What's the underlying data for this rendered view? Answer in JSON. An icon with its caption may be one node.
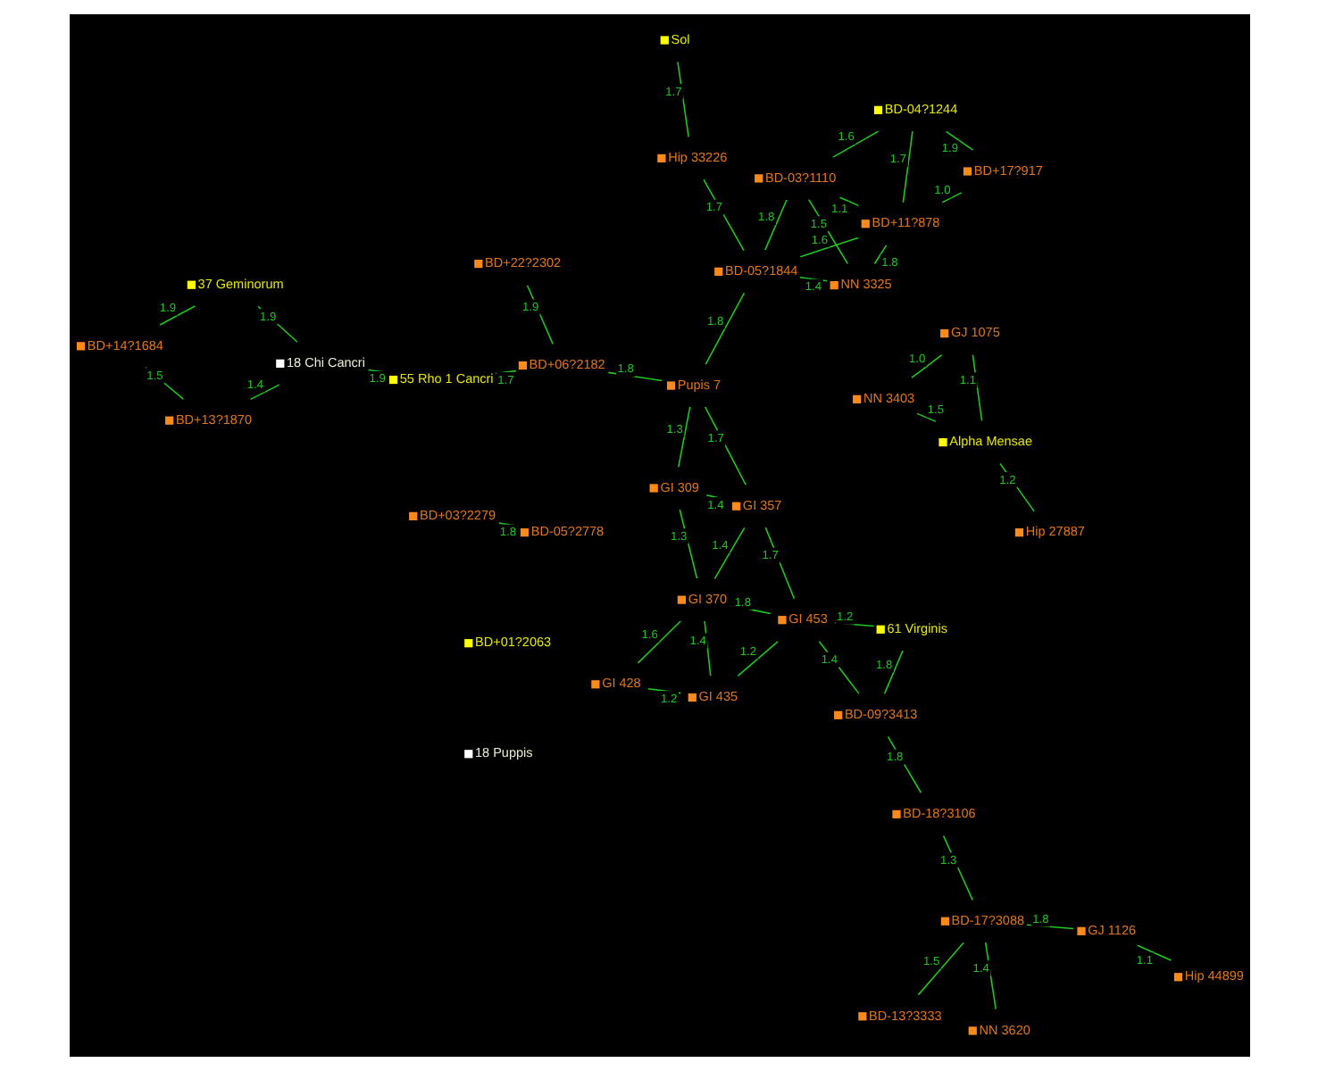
{
  "diagram": {
    "nodes": [
      {
        "text": [
          "BD+03?2279"
        ]
      },
      {
        "text": [
          "BD-05?2778"
        ]
      },
      {
        "text": [
          "BD-13?3333"
        ]
      },
      {
        "text": [
          "BD-18?3106"
        ]
      },
      {
        "text": [
          "NN 3620"
        ]
      },
      {
        "text": [
          "BD-17?3088"
        ]
      },
      {
        "text": [
          "BD-09?3413"
        ]
      },
      {
        "text": [
          "BD+01?2063"
        ]
      },
      {
        "text": [
          "BD+22?2302"
        ]
      },
      {
        "text": [
          "18 Chi Cancri"
        ]
      },
      {
        "text": [
          "BD+13?1870"
        ]
      },
      {
        "text": [
          "BD+06?2182"
        ]
      },
      {
        "text": [
          "GJ 1126"
        ]
      },
      {
        "text": [
          "Hip 44899"
        ]
      },
      {
        "text": [
          "18 Puppis"
        ]
      },
      {
        "text": [
          "55 Rho 1 Cancri"
        ]
      },
      {
        "text": [
          "BD+14?1684"
        ]
      },
      {
        "text": [
          "GI 453"
        ]
      },
      {
        "text": [
          "61 Virginis"
        ]
      },
      {
        "text": [
          "GI 435"
        ]
      },
      {
        "text": [
          "GI 357"
        ]
      },
      {
        "text": [
          "Pupis 7"
        ]
      },
      {
        "text": [
          "37 Geminorum"
        ]
      },
      {
        "text": [
          "GI 370"
        ]
      },
      {
        "text": [
          "GI 309"
        ]
      },
      {
        "text": [
          "GI 428"
        ]
      },
      {
        "text": [
          "Hip 33226"
        ]
      },
      {
        "text": [
          "BD-05?1844"
        ]
      },
      {
        "text": [
          "Sol"
        ]
      },
      {
        "text": [
          "BD+11?878"
        ]
      },
      {
        "text": [
          "BD+17?917"
        ]
      },
      {
        "text": [
          "NN 3403"
        ]
      },
      {
        "text": [
          "BD-04?1244"
        ]
      },
      {
        "text": [
          "Alpha Mensae"
        ]
      },
      {
        "text": [
          "BD-03?1110"
        ]
      },
      {
        "text": [
          "NN 3325"
        ]
      },
      {
        "text": [
          "Hip 27887"
        ]
      },
      {
        "text": [
          "GJ 1075"
        ]
      }
    ],
    "edges": [
      {
        "from": 0,
        "to": 1,
        "arrow": "none",
        "label": "1.8"
      },
      {
        "from": 3,
        "to": 6,
        "arrow": "none",
        "label": "1.8"
      },
      {
        "from": 2,
        "to": 5,
        "arrow": "none",
        "label": "1.5"
      },
      {
        "from": 3,
        "to": 5,
        "arrow": "none",
        "label": "1.3"
      },
      {
        "from": 4,
        "to": 5,
        "arrow": "none",
        "label": "1.4"
      },
      {
        "from": 5,
        "to": 12,
        "arrow": "none",
        "label": "1.8"
      },
      {
        "from": 12,
        "to": 13,
        "arrow": "none",
        "label": "1.1"
      },
      {
        "from": 8,
        "to": 11,
        "arrow": "none",
        "label": "1.9"
      },
      {
        "from": 11,
        "to": 15,
        "arrow": "none",
        "label": "1.7"
      },
      {
        "from": 15,
        "to": 9,
        "arrow": "none",
        "label": "1.9"
      },
      {
        "from": 9,
        "to": 10,
        "arrow": "none",
        "label": "1.4"
      },
      {
        "from": 10,
        "to": 16,
        "arrow": "none",
        "label": "1.5"
      },
      {
        "from": 9,
        "to": 22,
        "arrow": "none",
        "label": "1.9"
      },
      {
        "from": 16,
        "to": 22,
        "arrow": "none",
        "label": "1.9"
      },
      {
        "from": 11,
        "to": 21,
        "arrow": "none",
        "label": "1.8"
      },
      {
        "from": 21,
        "to": 27,
        "arrow": "none",
        "label": "1.8"
      },
      {
        "from": 6,
        "to": 18,
        "arrow": "none",
        "label": "1.8"
      },
      {
        "from": 6,
        "to": 17,
        "arrow": "none",
        "label": "1.4"
      },
      {
        "from": 17,
        "to": 18,
        "arrow": "none",
        "label": "1.2"
      },
      {
        "from": 17,
        "to": 19,
        "arrow": "none",
        "label": "1.2"
      },
      {
        "from": 17,
        "to": 20,
        "arrow": "none",
        "label": "1.7"
      },
      {
        "from": 17,
        "to": 23,
        "arrow": "none",
        "label": "1.8"
      },
      {
        "from": 19,
        "to": 23,
        "arrow": "none",
        "label": "1.4"
      },
      {
        "from": 19,
        "to": 25,
        "arrow": "none",
        "label": "1.2"
      },
      {
        "from": 25,
        "to": 23,
        "arrow": "none",
        "label": "1.6"
      },
      {
        "from": 23,
        "to": 20,
        "arrow": "none",
        "label": "1.4"
      },
      {
        "from": 23,
        "to": 24,
        "arrow": "none",
        "label": "1.3"
      },
      {
        "from": 20,
        "to": 24,
        "arrow": "none",
        "label": "1.4"
      },
      {
        "from": 20,
        "to": 21,
        "arrow": "none",
        "label": "1.7"
      },
      {
        "from": 24,
        "to": 21,
        "arrow": "none",
        "label": "1.3"
      },
      {
        "from": 28,
        "to": 26,
        "arrow": "none",
        "label": "1.7"
      },
      {
        "from": 26,
        "to": 27,
        "arrow": "none",
        "label": "1.7"
      },
      {
        "from": 27,
        "to": 35,
        "arrow": "none",
        "label": "1.4"
      },
      {
        "from": 27,
        "to": 29,
        "arrow": "none",
        "label": "1.6"
      },
      {
        "from": 27,
        "to": 34,
        "arrow": "none",
        "label": "1.8"
      },
      {
        "from": 35,
        "to": 29,
        "arrow": "none",
        "label": "1.8"
      },
      {
        "from": 35,
        "to": 34,
        "arrow": "none",
        "label": "1.5"
      },
      {
        "from": 29,
        "to": 34,
        "arrow": "none",
        "label": "1.1"
      },
      {
        "from": 29,
        "to": 32,
        "arrow": "none",
        "label": "1.7"
      },
      {
        "from": 29,
        "to": 30,
        "arrow": "none",
        "label": "1.0"
      },
      {
        "from": 32,
        "to": 30,
        "arrow": "none",
        "label": "1.9"
      },
      {
        "from": 34,
        "to": 32,
        "arrow": "none",
        "label": "1.6"
      },
      {
        "from": 33,
        "to": 31,
        "arrow": "none",
        "label": "1.5"
      },
      {
        "from": 33,
        "to": 36,
        "arrow": "none",
        "label": "1.2"
      },
      {
        "from": 33,
        "to": 37,
        "arrow": "none",
        "label": "1.1"
      },
      {
        "from": 31,
        "to": 37,
        "arrow": "none",
        "label": "1.0"
      }
    ]
  }
}
